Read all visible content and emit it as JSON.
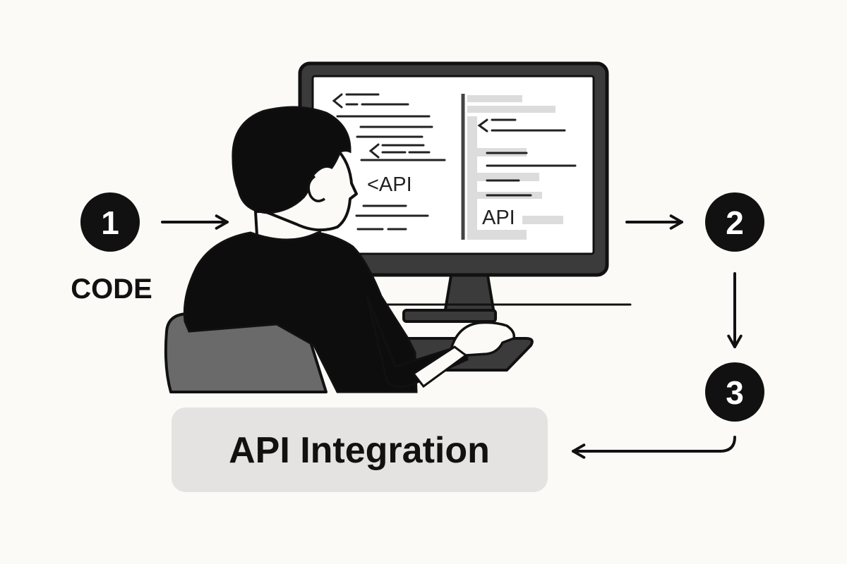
{
  "steps": [
    {
      "number": "1",
      "caption": "CODE"
    },
    {
      "number": "2"
    },
    {
      "number": "3"
    }
  ],
  "monitor": {
    "left_code_label": "<API",
    "right_code_label": "API"
  },
  "title": "API Integration",
  "colors": {
    "background": "#fbfaf7",
    "ink": "#111111",
    "monitor_frame": "#3b3b3b",
    "screen": "#ffffff",
    "title_box": "#e4e3e1",
    "chair": "#6a6a6a",
    "shirt": "#0d0d0d"
  }
}
